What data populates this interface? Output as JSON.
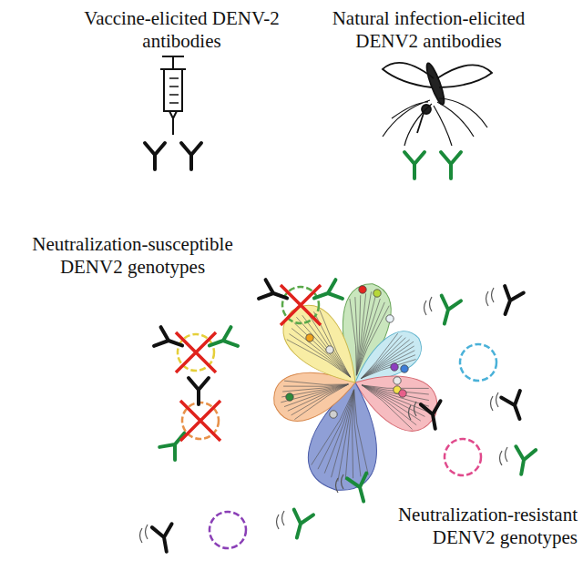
{
  "diagram": {
    "labels": [
      "Vaccine-elicited DENV-2 antibodies",
      "Natural infection-elicited DENV2 antibodies",
      "Neutralization-susceptible DENV2 genotypes",
      "Neutralization-resistant DENV2 genotypes"
    ]
  }
}
